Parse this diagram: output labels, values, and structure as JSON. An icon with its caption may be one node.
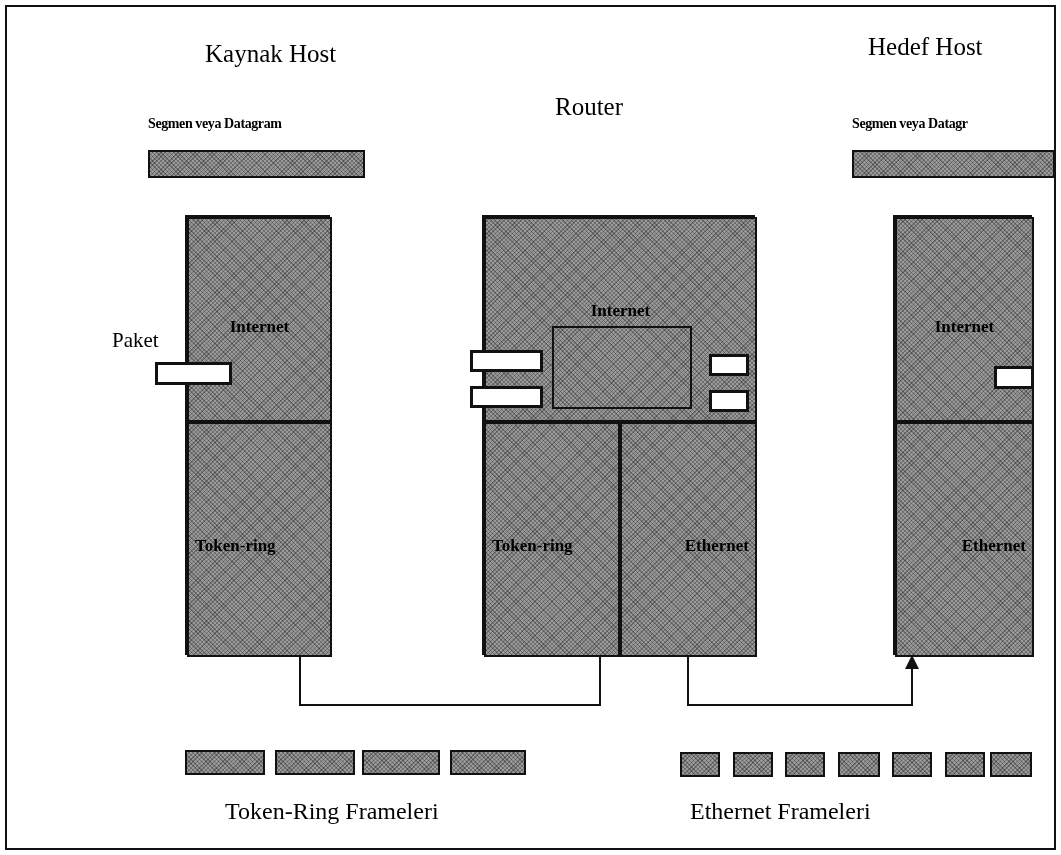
{
  "diagram": {
    "nodes": [
      {
        "text": [],
        "shape": "box"
      },
      {
        "text": [
          "Segmen veya Datagram"
        ]
      },
      {
        "text": [
          "Internet"
        ],
        "in": 0
      },
      {
        "text": [
          "Token-ring"
        ],
        "in": 0
      },
      {
        "text": [
          "Paket"
        ]
      },
      {
        "text": [],
        "shape": "box"
      },
      {
        "text": [
          "Internet"
        ],
        "in": 5
      },
      {
        "text": [
          "Token-ring"
        ],
        "in": 5
      },
      {
        "text": [
          "Ethernet"
        ],
        "in": 5
      },
      {
        "text": [],
        "shape": "box",
        "in": 6
      },
      {
        "text": [],
        "shape": "box"
      },
      {
        "text": [],
        "shape": "box"
      },
      {
        "text": [],
        "shape": "box",
        "in": 6
      },
      {
        "text": [],
        "shape": "box",
        "in": 6
      },
      {
        "text": [],
        "shape": "box"
      },
      {
        "text": [
          "Segmen veya Datagr"
        ]
      },
      {
        "text": [
          "Internet"
        ],
        "in": 14
      },
      {
        "text": [
          "Ethernet"
        ],
        "in": 14
      },
      {
        "text": [],
        "shape": "box",
        "in": 16
      },
      {
        "text": [],
        "shape": "box"
      },
      {
        "text": [],
        "shape": "box"
      },
      {
        "text": [],
        "shape": "box"
      },
      {
        "text": [],
        "shape": "box"
      },
      {
        "text": [],
        "shape": "box"
      },
      {
        "text": [],
        "shape": "box"
      },
      {
        "text": [],
        "shape": "box"
      },
      {
        "text": [],
        "shape": "box"
      },
      {
        "text": [],
        "shape": "box"
      },
      {
        "text": [],
        "shape": "box"
      },
      {
        "text": [],
        "shape": "box"
      }
    ],
    "edges": [
      {
        "from": 3,
        "to": 7,
        "arrow": "none"
      },
      {
        "from": 8,
        "to": 17,
        "arrow": "to"
      }
    ],
    "labels": [
      "Kaynak Host",
      "Router",
      "Hedef Host",
      "Token-Ring Frameleri",
      "Ethernet Frameleri"
    ]
  }
}
